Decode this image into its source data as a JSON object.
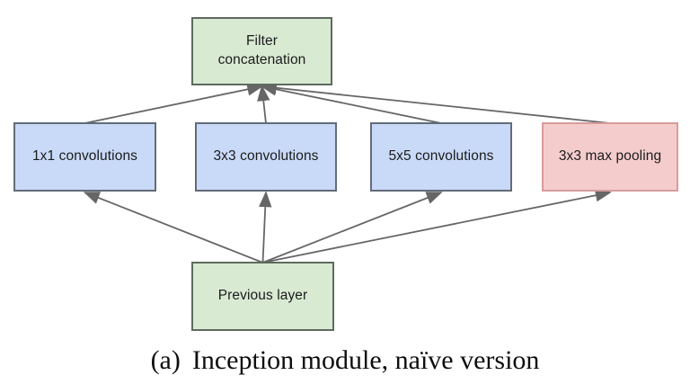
{
  "diagram": {
    "title_semantic": "Inception module naive version block diagram",
    "arrow_color": "#666666",
    "text_color": "#1b1b1b",
    "nodes": {
      "filter_concat": {
        "label": "Filter concatenation",
        "fill": "#d9ead3",
        "border": "#5e6a5e"
      },
      "conv1": {
        "label": "1x1 convolutions",
        "fill": "#c9daf8",
        "border": "#636b78"
      },
      "conv3": {
        "label": "3x3 convolutions",
        "fill": "#c9daf8",
        "border": "#636b78"
      },
      "conv5": {
        "label": "5x5 convolutions",
        "fill": "#c9daf8",
        "border": "#636b78"
      },
      "pool": {
        "label": "3x3 max pooling",
        "fill": "#f4cccc",
        "border": "#d89c9c"
      },
      "prev": {
        "label": "Previous layer",
        "fill": "#d9ead3",
        "border": "#5e6a5e"
      }
    },
    "edges": [
      {
        "from": "prev",
        "to": "conv1"
      },
      {
        "from": "prev",
        "to": "conv3"
      },
      {
        "from": "prev",
        "to": "conv5"
      },
      {
        "from": "prev",
        "to": "pool"
      },
      {
        "from": "conv1",
        "to": "filter_concat"
      },
      {
        "from": "conv3",
        "to": "filter_concat"
      },
      {
        "from": "conv5",
        "to": "filter_concat"
      },
      {
        "from": "pool",
        "to": "filter_concat"
      }
    ]
  },
  "caption": {
    "index": "(a)",
    "text": "Inception module, naïve version"
  }
}
